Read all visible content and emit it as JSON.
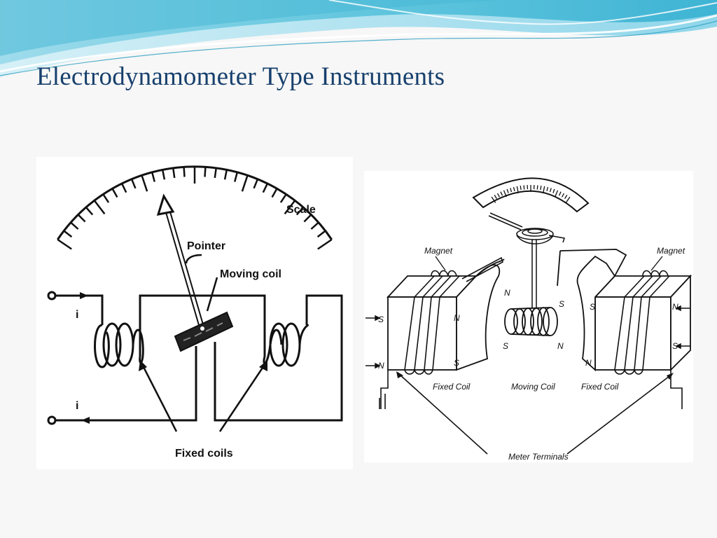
{
  "slide": {
    "title": "Electrodynamometer Type Instruments"
  },
  "left_diagram": {
    "labels": {
      "scale": "Scale",
      "pointer": "Pointer",
      "moving_coil": "Moving coil",
      "fixed_coils": "Fixed coils",
      "current_top": "i",
      "current_bottom": "i"
    }
  },
  "right_diagram": {
    "labels": {
      "magnet_left": "Magnet",
      "magnet_right": "Magnet",
      "fixed_coil_left": "Fixed Coil",
      "moving_coil": "Moving Coil",
      "fixed_coil_right": "Fixed Coil",
      "meter_terminals": "Meter Terminals",
      "pole_left_outer_top": "S",
      "pole_left_outer_bottom": "N",
      "pole_left_inner_top": "N",
      "pole_left_inner_bottom": "S",
      "pole_moving_left_top": "N",
      "pole_moving_left_bottom": "S",
      "pole_moving_right_top": "S",
      "pole_moving_right_bottom": "N",
      "pole_right_inner_top": "S",
      "pole_right_inner_bottom": "N",
      "pole_right_outer_top": "N",
      "pole_right_outer_bottom": "S"
    }
  },
  "colors": {
    "title": "#17406d",
    "wave_light": "#bfe6f2",
    "wave_mid": "#5fc3dc",
    "wave_dark": "#2a9ec0"
  }
}
